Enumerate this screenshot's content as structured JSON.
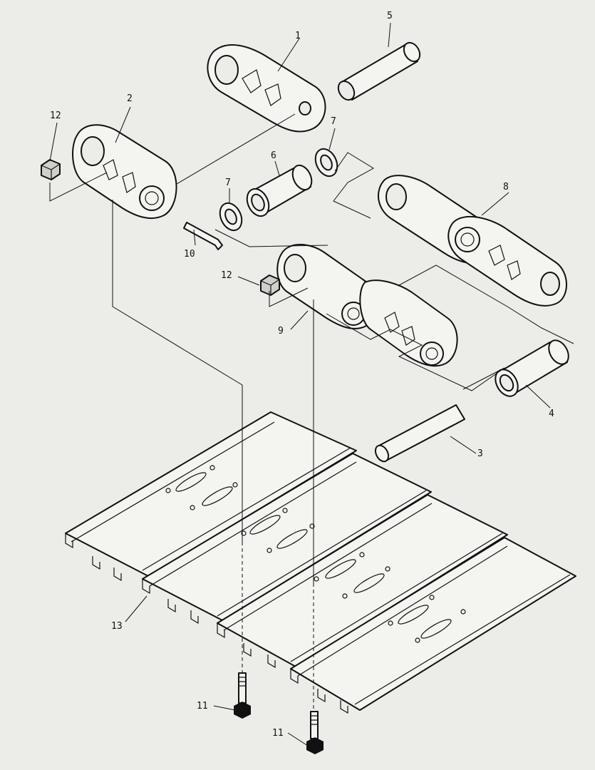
{
  "callouts": [
    {
      "id": "1",
      "label": "1"
    },
    {
      "id": "2",
      "label": "2"
    },
    {
      "id": "3",
      "label": "3"
    },
    {
      "id": "4",
      "label": "4"
    },
    {
      "id": "5",
      "label": "5"
    },
    {
      "id": "6",
      "label": "6"
    },
    {
      "id": "7a",
      "label": "7"
    },
    {
      "id": "7b",
      "label": "7"
    },
    {
      "id": "8",
      "label": "8"
    },
    {
      "id": "9",
      "label": "9"
    },
    {
      "id": "10",
      "label": "10"
    },
    {
      "id": "11a",
      "label": "11"
    },
    {
      "id": "11b",
      "label": "11"
    },
    {
      "id": "12a",
      "label": "12"
    },
    {
      "id": "12b",
      "label": "12"
    },
    {
      "id": "13",
      "label": "13"
    }
  ]
}
